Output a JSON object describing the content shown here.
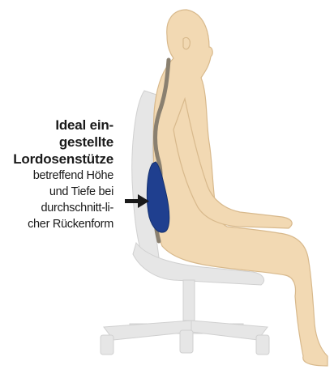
{
  "caption": {
    "title_lines": [
      "Ideal ein-",
      "gestellte",
      "Lordosenstütze"
    ],
    "description_lines": [
      "betreffend Höhe",
      "und Tiefe bei",
      "durchschnitt-li-",
      "cher Rückenform"
    ]
  },
  "colors": {
    "skin": "#f2d9b3",
    "skin_outline": "#d8b98c",
    "chair": "#e6e6e6",
    "chair_outline": "#d0d0d0",
    "spine": "#8a8070",
    "lumbar_support": "#1f3f8f",
    "arrow": "#1a1a1a"
  }
}
